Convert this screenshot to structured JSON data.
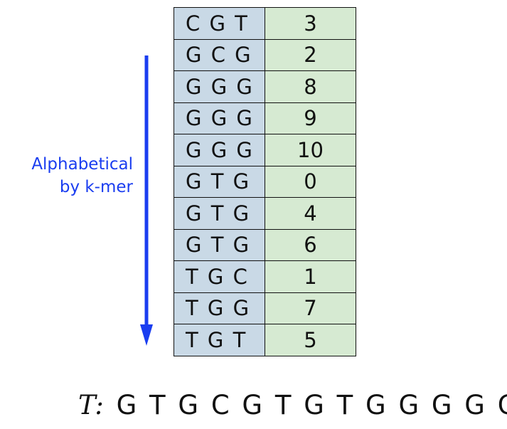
{
  "colors": {
    "kmer_cell": "#c9d9e6",
    "offset_cell": "#d6ead2",
    "arrow": "#1a3df0",
    "label": "#1a3df0"
  },
  "table": {
    "rows": [
      {
        "kmer": "C G T",
        "offset": "3"
      },
      {
        "kmer": "G C G",
        "offset": "2"
      },
      {
        "kmer": "G G G",
        "offset": "8"
      },
      {
        "kmer": "G G G",
        "offset": "9"
      },
      {
        "kmer": "G G G",
        "offset": "10"
      },
      {
        "kmer": "G T G",
        "offset": "0"
      },
      {
        "kmer": "G T G",
        "offset": "4"
      },
      {
        "kmer": "G T G",
        "offset": "6"
      },
      {
        "kmer": "T G C",
        "offset": "1"
      },
      {
        "kmer": "T G G",
        "offset": "7"
      },
      {
        "kmer": "T G T",
        "offset": "5"
      }
    ]
  },
  "arrow_label": {
    "line1": "Alphabetical",
    "line2": "by k-mer"
  },
  "text": {
    "label": "T:",
    "sequence": "G T G C G T G T G G G G G"
  }
}
